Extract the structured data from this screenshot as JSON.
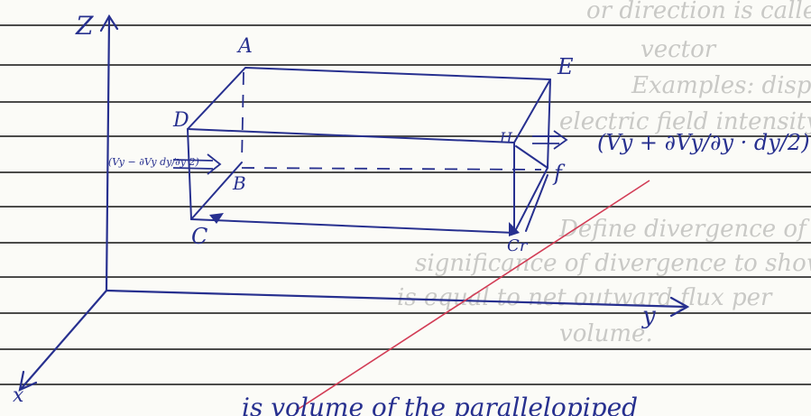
{
  "colors": {
    "ink": "#27308f",
    "rule": "#2c2c2c",
    "red_pen": "#d23c55",
    "bleed": "#c9c9c6"
  },
  "axes": {
    "z": "Z",
    "y": "y",
    "x": "x"
  },
  "vertices": {
    "A": "A",
    "B": "B",
    "C": "C",
    "D": "D",
    "E": "E",
    "F": "f",
    "G": "Cr",
    "H": "H"
  },
  "flux_left": "(Vy − ∂Vy dy/∂y 2)",
  "flux_right": "(Vy + ∂Vy/∂y · dy/2)",
  "bottom_text": "is volume of the parallelopiped",
  "bleed_lines": [
    "or direction is called vector",
    "vector",
    "Examples: displacement, velocity, accelera",
    "electric field intensity etc.",
    "Define divergence of vector, give",
    "significance of divergence to show div",
    "is equal to net outward flux per",
    "volume."
  ]
}
